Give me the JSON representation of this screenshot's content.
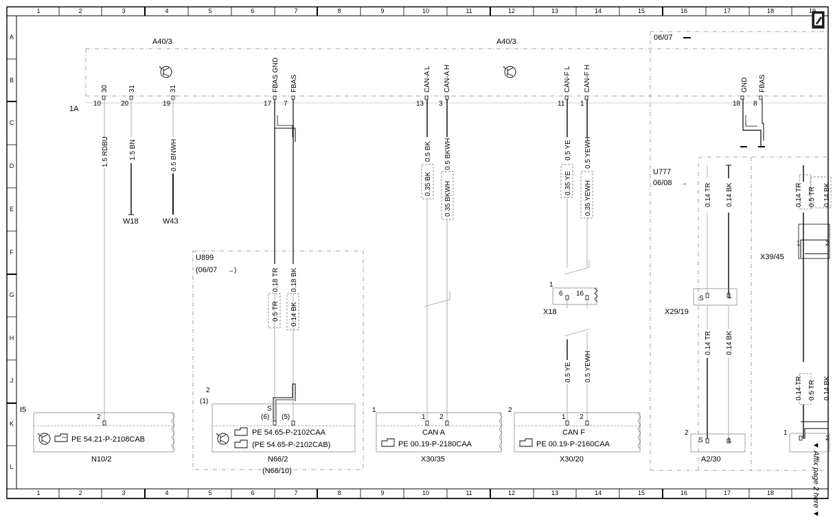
{
  "grid": {
    "columns": [
      "1",
      "2",
      "3",
      "4",
      "5",
      "6",
      "7",
      "8",
      "9",
      "10",
      "11",
      "12",
      "13",
      "14",
      "15",
      "16",
      "17",
      "18",
      "19"
    ],
    "rows": [
      "A",
      "B",
      "C",
      "D",
      "E",
      "F",
      "G",
      "H",
      "J",
      "K",
      "L"
    ]
  },
  "components": {
    "a40_left": "A40/3",
    "a40_right": "A40/3",
    "block_date": "06/07",
    "connector_1a": "1A",
    "pins_top": [
      {
        "name": "30",
        "num": "10"
      },
      {
        "name": "31",
        "num": "20"
      },
      {
        "name": "31",
        "num": "19"
      },
      {
        "name": "FBAS GND",
        "num": "17"
      },
      {
        "name": "FBAS",
        "num": "7"
      },
      {
        "name": "CAN-A L",
        "num": "13"
      },
      {
        "name": "CAN-A H",
        "num": "3"
      },
      {
        "name": "CAN-F L",
        "num": "11"
      },
      {
        "name": "CAN-F H",
        "num": "1"
      },
      {
        "name": "GND",
        "num": "18"
      },
      {
        "name": "FBAS",
        "num": "8"
      }
    ],
    "w18": "W18",
    "w43": "W43",
    "u899": "U899",
    "u899_date": "(06/07",
    "u899_arrow": "→)",
    "u777": "U777",
    "u777_date": "06/08",
    "u777_arrow": "→",
    "x18": "X18",
    "x18_pins": [
      "1",
      "6",
      "16"
    ],
    "x29": "X29/19",
    "x29_pins": [
      "S",
      "L"
    ],
    "x39": "X39/45",
    "x39_pin": "1",
    "x39_pin2": "2",
    "i5": "I5",
    "n10_pin": "2",
    "n10_ref": "PE 54.21-P-2108CAB",
    "n10": "N10/2",
    "n66_pin": "2",
    "n66_pin_alt": "(1)",
    "n66_pins": [
      "S",
      "(6)",
      "(5)"
    ],
    "n66_ref1": "PE 54.65-P-2102CAA",
    "n66_ref2": "(PE 54.65-P-2102CAB)",
    "n66": "N66/2",
    "n66_alt": "(N66/10)",
    "x30_35_pin": "1",
    "x30_35_pins": [
      "1",
      "2"
    ],
    "can_a": "CAN A",
    "x30_35_ref": "PE 00.19-P-2180CAA",
    "x30_35": "X30/35",
    "x30_20_pin": "2",
    "x30_20_pins": [
      "1",
      "2"
    ],
    "can_f": "CAN F",
    "x30_20_ref": "PE 00.19-P-2160CAA",
    "x30_20": "X30/20",
    "a2_pin": "2",
    "a2_pins": [
      "S",
      "L"
    ],
    "a2": "A2/30",
    "last_pin": "1",
    "last_pin2": "2",
    "affix": "▼ Affix page 2 here ▼"
  },
  "wires": {
    "w1": "1.5 RDBU",
    "w2": "1.5 BN",
    "w3": "0.5 BNWH",
    "w4": "0.18 TR",
    "w5": "0.18 BK",
    "w6": "0.5 TR",
    "w7": "0.14 BK",
    "w8": "0.5 BK",
    "w9": "0.5 BKWH",
    "w10": "0.35 BK",
    "w11": "0.35 BKWH",
    "w12": "0.5 YE",
    "w13": "0.5 YEWH",
    "w14": "0.35 YE",
    "w15": "0.35 YEWH",
    "w16": "0.5 YE",
    "w17": "0.5 YEWH",
    "w18": "0.14 TR",
    "w19": "0.14 BK",
    "w20": "0.14 TR",
    "w21": "0.14 BK",
    "w22": "0.14 TR",
    "w23": "0.5 TR",
    "w24": "0.14 BK",
    "w25": "0.14 TR",
    "w26": "0.5 TR",
    "w27": "0.14 BK"
  }
}
